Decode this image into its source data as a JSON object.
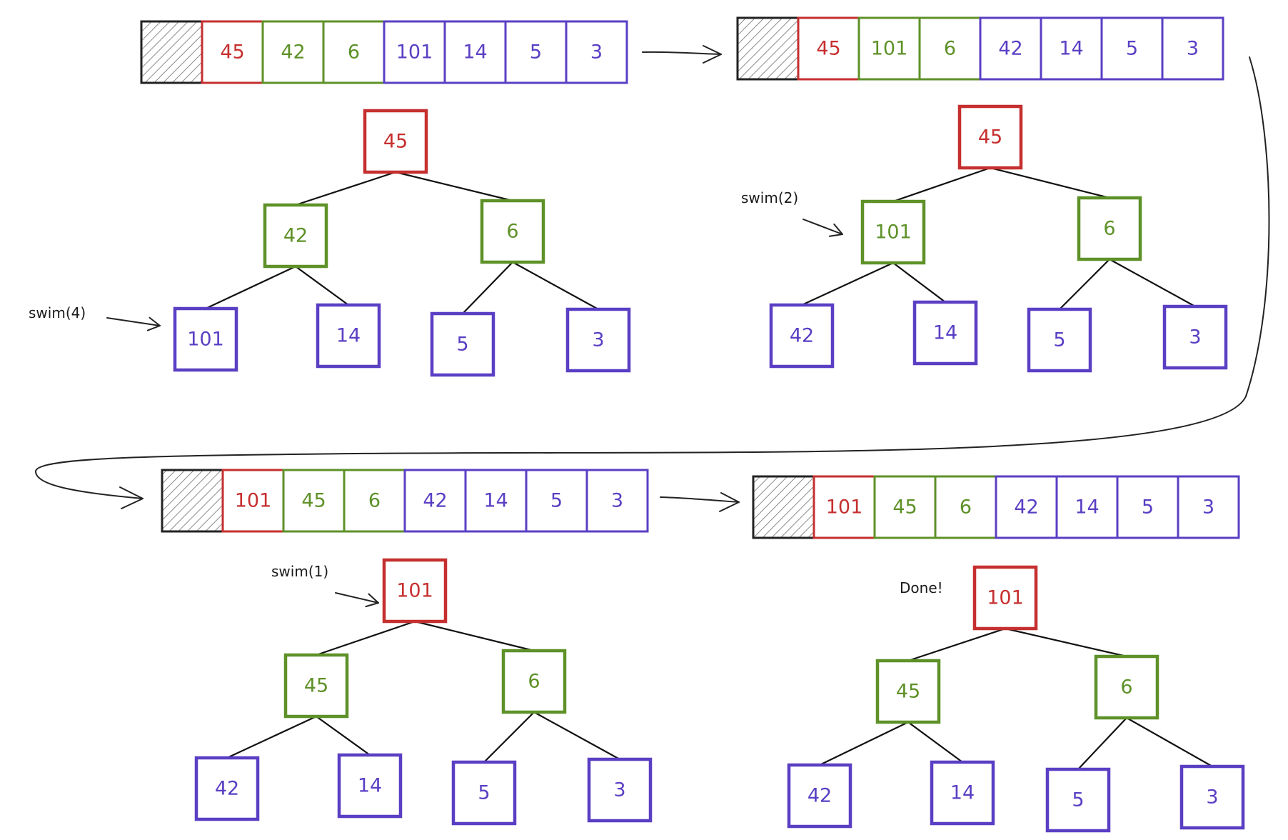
{
  "colors": {
    "root": "#c62f2f",
    "level2": "#5e9128",
    "leaf": "#5a3fc4",
    "empty_slot": "#222222",
    "hatch": "#8a8a8a",
    "ink": "#111111"
  },
  "panels": [
    {
      "array": [
        "45",
        "42",
        "6",
        "101",
        "14",
        "5",
        "3"
      ],
      "tree": {
        "root": "45",
        "level2": [
          "42",
          "6"
        ],
        "leaves": [
          "101",
          "14",
          "5",
          "3"
        ]
      },
      "note": "swim(4)"
    },
    {
      "array": [
        "45",
        "101",
        "6",
        "42",
        "14",
        "5",
        "3"
      ],
      "tree": {
        "root": "45",
        "level2": [
          "101",
          "6"
        ],
        "leaves": [
          "42",
          "14",
          "5",
          "3"
        ]
      },
      "note": "swim(2)"
    },
    {
      "array": [
        "101",
        "45",
        "6",
        "42",
        "14",
        "5",
        "3"
      ],
      "tree": {
        "root": "101",
        "level2": [
          "45",
          "6"
        ],
        "leaves": [
          "42",
          "14",
          "5",
          "3"
        ]
      },
      "note": "swim(1)"
    },
    {
      "array": [
        "101",
        "45",
        "6",
        "42",
        "14",
        "5",
        "3"
      ],
      "tree": {
        "root": "101",
        "level2": [
          "45",
          "6"
        ],
        "leaves": [
          "42",
          "14",
          "5",
          "3"
        ]
      },
      "note": "Done!"
    }
  ]
}
